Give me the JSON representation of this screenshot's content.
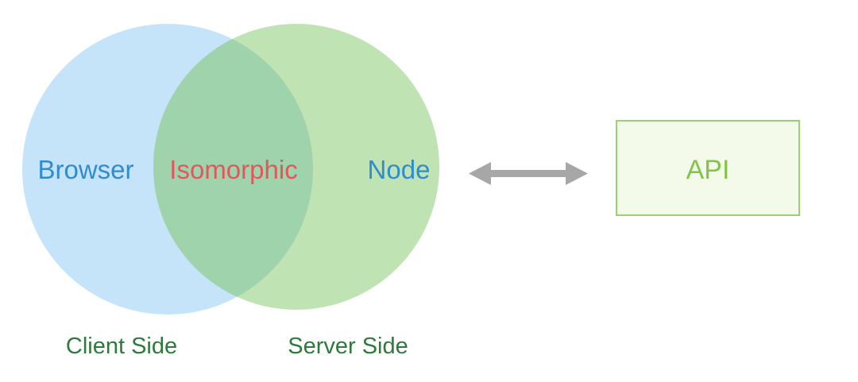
{
  "diagram": {
    "circles": {
      "client": {
        "label": "Browser",
        "caption": "Client Side",
        "fill": "#c5e3f9"
      },
      "server": {
        "label": "Node",
        "caption": "Server Side",
        "fill": "#bfe3b2"
      },
      "overlap": {
        "label": "Isomorphic",
        "fill": "#9fd3ac"
      }
    },
    "api_box": {
      "label": "API",
      "fill": "#f3fae9",
      "border": "#99d36b",
      "text_color": "#83c447"
    },
    "connector": {
      "icon": "double-headed-arrow-icon",
      "color": "#a7a7a7"
    },
    "colors": {
      "node_label": "#2f8dcf",
      "browser_label": "#2f8dcf",
      "overlap_label": "#e4565b",
      "caption": "#2e7a3c"
    }
  }
}
